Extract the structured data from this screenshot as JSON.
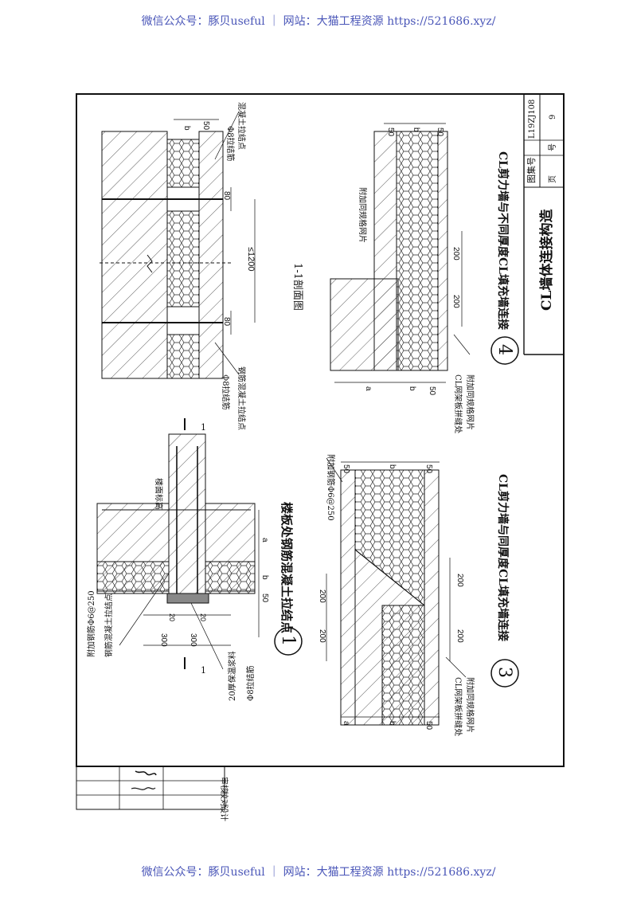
{
  "watermark": {
    "text": "微信公众号：豚贝useful ｜ 网站：大猫工程资源 https://521686.xyz/"
  },
  "title_block": {
    "main_title": "CL墙体连接构造",
    "atlas_label": "图集号",
    "atlas_value": "L19ZJ108",
    "page_label": "页",
    "page_sub_label": "号",
    "page_value": "9"
  },
  "details": {
    "d1": {
      "number": "1",
      "title": "楼板处钢筋混凝土拉结点"
    },
    "d3": {
      "number": "3",
      "title": "CL剪力墙与同厚度CL填充墙连接"
    },
    "d4": {
      "number": "4",
      "title": "CL剪力墙与不同厚度CL填充墙连接"
    }
  },
  "section": {
    "title": "1-1剖面图",
    "label": "1"
  },
  "annotations": {
    "extra_rebar": "附加钢筋Φ6@250",
    "rc_tie": "钢筋混凝土拉结点",
    "insulation": "20厚保温浆料",
    "tie_bar": "Φ8拉结筋",
    "floor_elev": "楼面标高",
    "concrete_tie": "混凝土拉结点",
    "rc_tie_2": "钢筋混凝土拉结点",
    "cl_panel": "CL网架板拼缝处",
    "mesh": "附加同规格网片"
  },
  "dims": {
    "d300": "300",
    "d20": "20",
    "d50": "50",
    "d200": "200",
    "d80": "80",
    "d1200": "≤1200",
    "db": "b",
    "da": "a"
  },
  "signature_strip": {
    "row1": "审核",
    "row2": "校对",
    "row3": "设计"
  }
}
